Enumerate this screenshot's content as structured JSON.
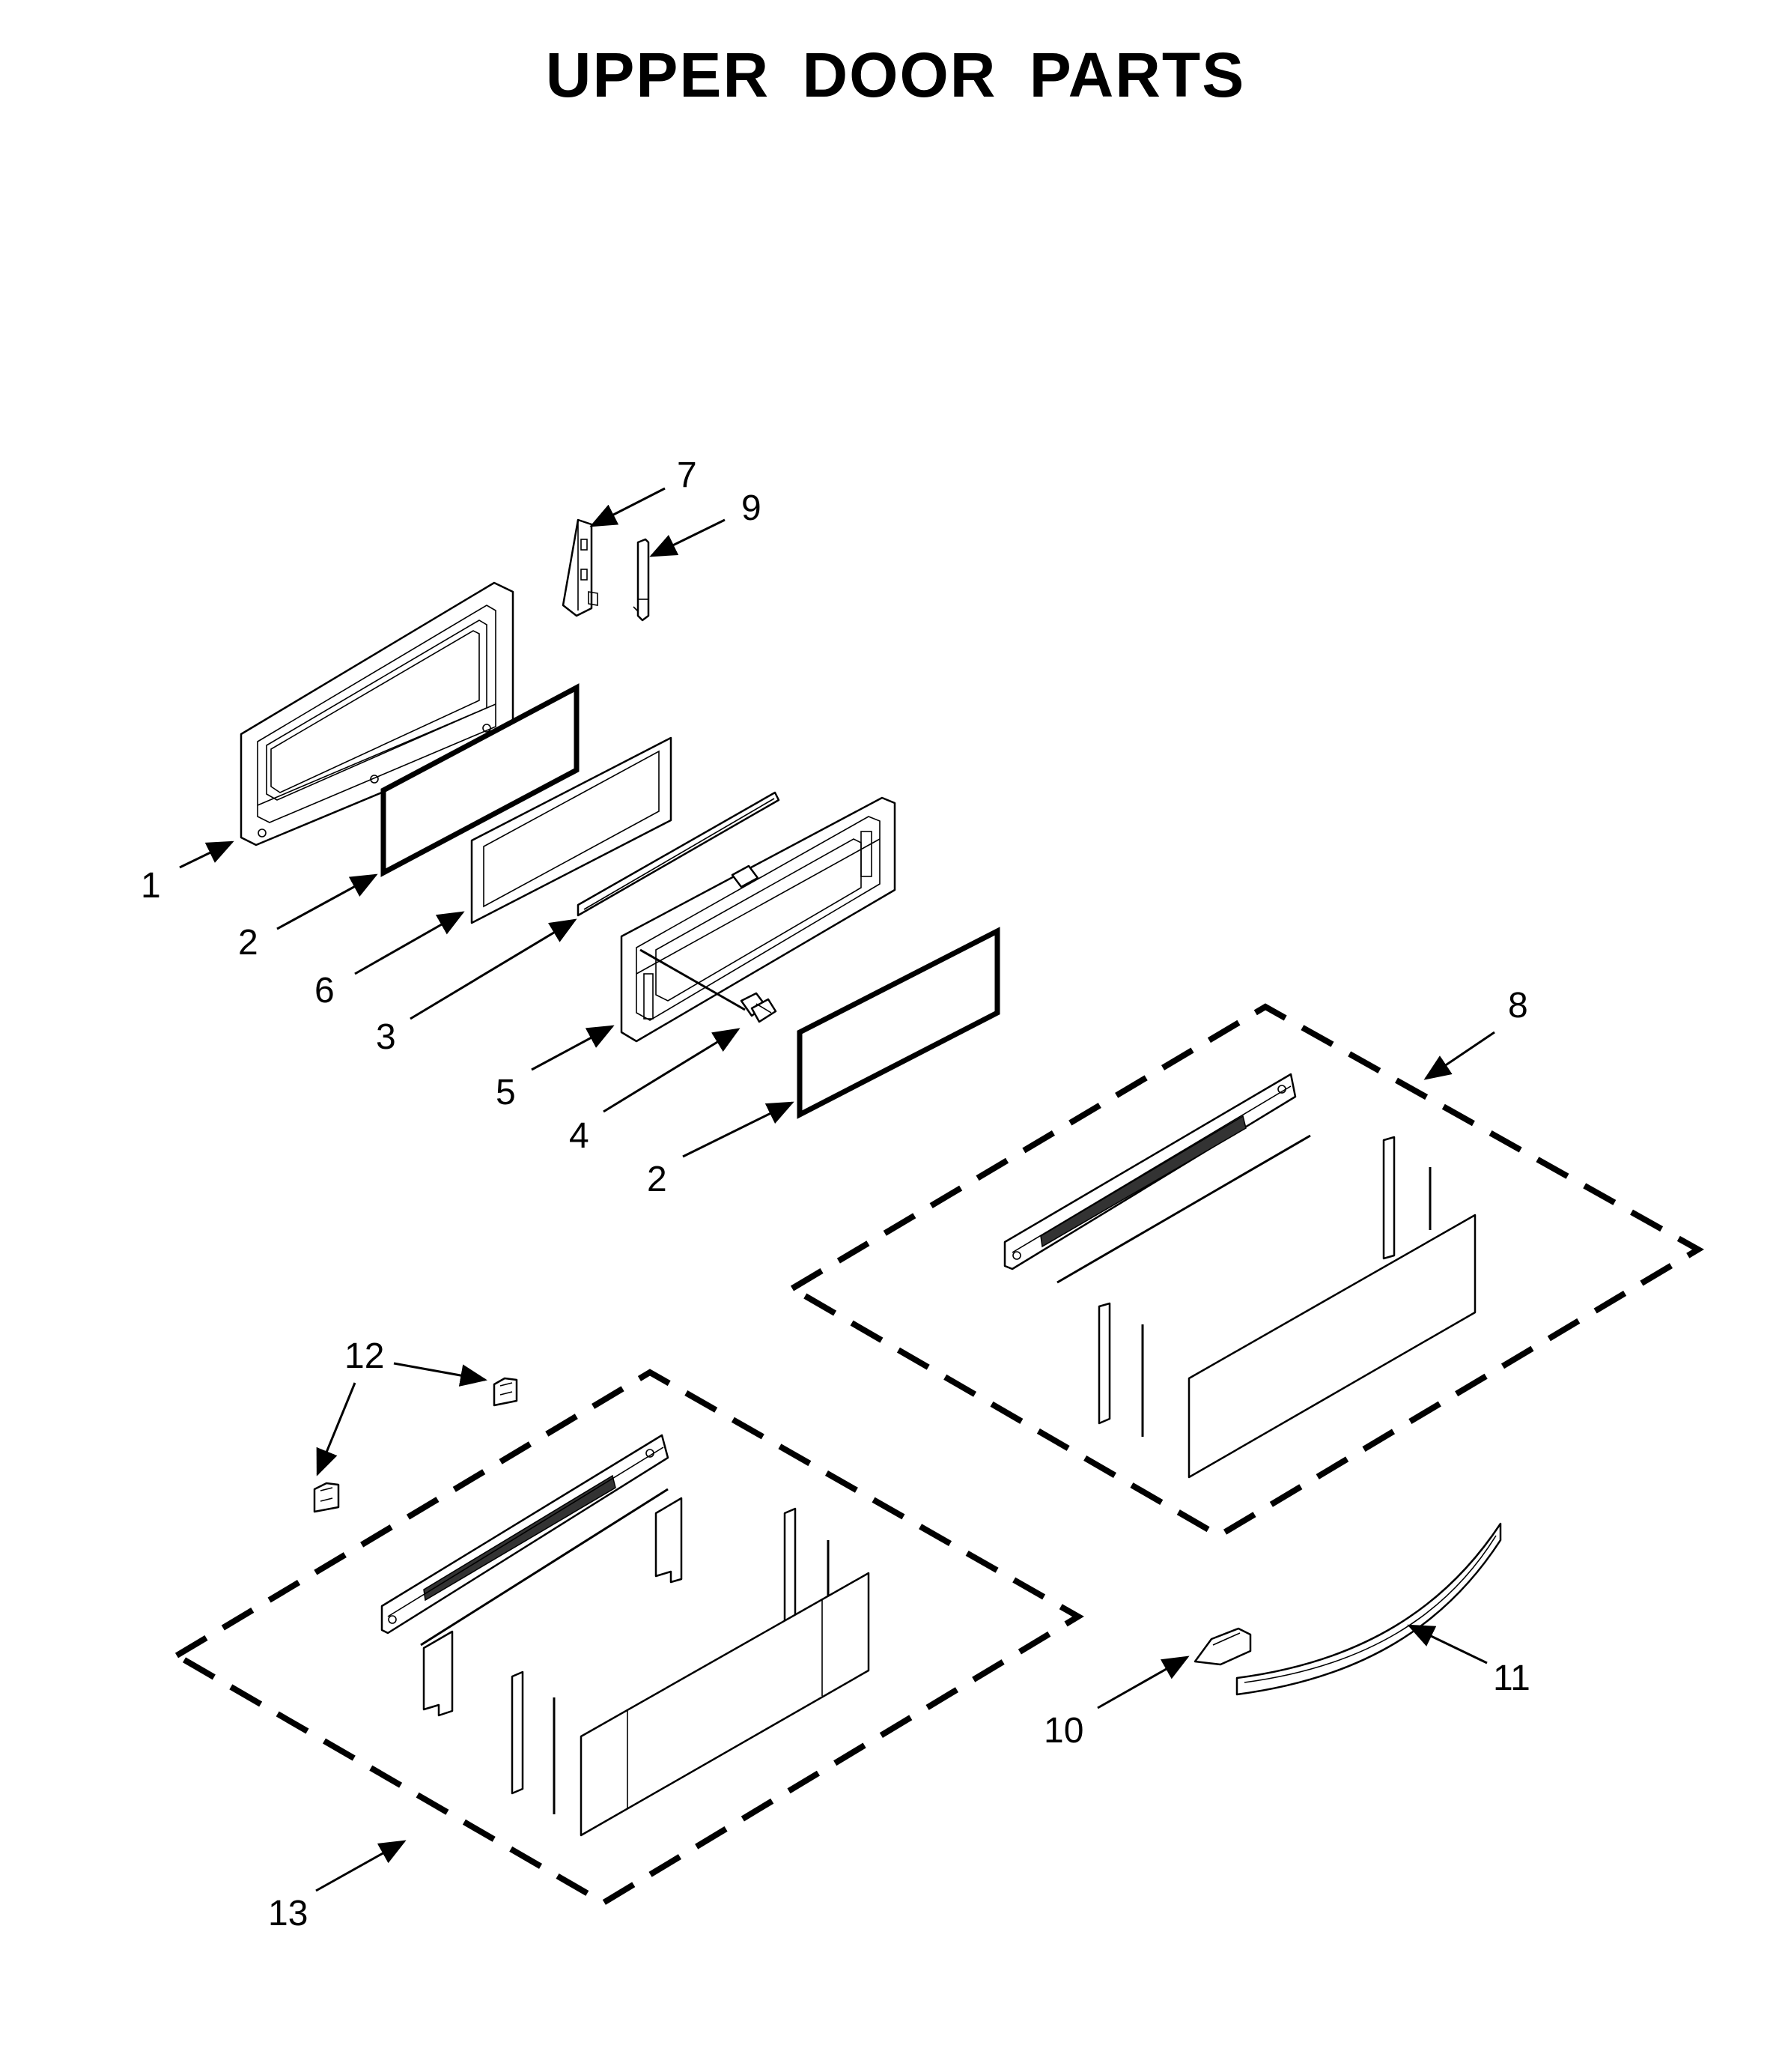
{
  "title": "UPPER DOOR PARTS",
  "callouts": [
    {
      "id": "1",
      "label": "1"
    },
    {
      "id": "2a",
      "label": "2"
    },
    {
      "id": "6",
      "label": "6"
    },
    {
      "id": "3",
      "label": "3"
    },
    {
      "id": "5",
      "label": "5"
    },
    {
      "id": "4",
      "label": "4"
    },
    {
      "id": "2b",
      "label": "2"
    },
    {
      "id": "7",
      "label": "7"
    },
    {
      "id": "9",
      "label": "9"
    },
    {
      "id": "8",
      "label": "8"
    },
    {
      "id": "12",
      "label": "12"
    },
    {
      "id": "13",
      "label": "13"
    },
    {
      "id": "10",
      "label": "10"
    },
    {
      "id": "11",
      "label": "11"
    }
  ]
}
